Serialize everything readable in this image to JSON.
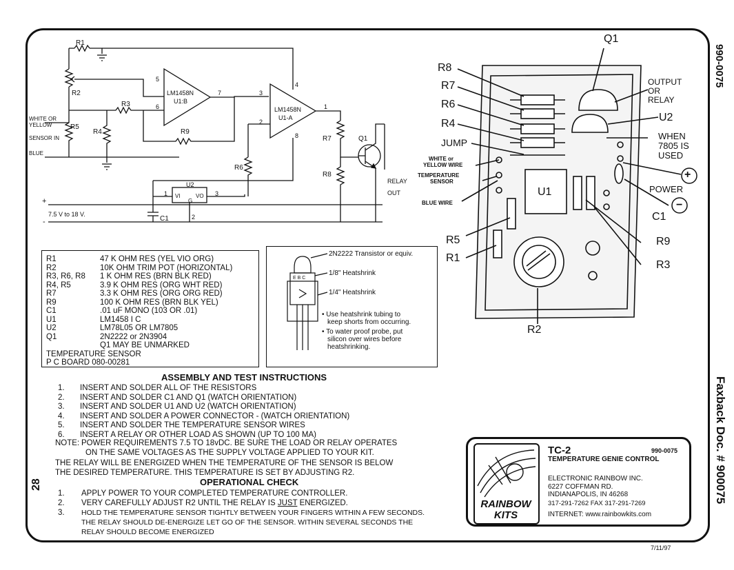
{
  "doc_id": "990-0075",
  "faxback": "Faxback Doc. # 900075",
  "page_number": "28",
  "date": "7/11/97",
  "schematic": {
    "labels": {
      "r1": "R1",
      "r2": "R2",
      "r3": "R3",
      "r4": "R4",
      "r5": "R5",
      "r6": "R6",
      "r7": "R7",
      "r8": "R8",
      "r9": "R9",
      "u1b_name": "LM1458N",
      "u1b_sub": "U1:B",
      "u1a_name": "LM1458N",
      "u1a_sub": "U1-A",
      "u2": "U2",
      "vi": "VI",
      "vo": "VO",
      "g": "G",
      "q1": "Q1",
      "c1": "C1",
      "white_yellow": "WHITE OR YELLOW",
      "sensor_in": "SENSOR IN",
      "blue": "BLUE",
      "relay": "RELAY",
      "out": "OUT",
      "supply": "7.5 V to 18 V.",
      "plus": "+",
      "minus": "-",
      "pin5": "5",
      "pin6a": "6",
      "pin7": "7",
      "pin3": "3",
      "pin2": "2",
      "pin1": "1",
      "pin4": "4",
      "pin8": "8",
      "u2pin1": "1",
      "u2pin2": "2",
      "u2pin3": "3"
    }
  },
  "parts_list": [
    {
      "ref": "R1",
      "desc": "47 K OHM RES (YEL VIO ORG)"
    },
    {
      "ref": "R2",
      "desc": "10K OHM TRIM POT (HORIZONTAL)"
    },
    {
      "ref": "R3, R6, R8",
      "desc": "1 K OHM RES (BRN BLK RED)"
    },
    {
      "ref": "R4, R5",
      "desc": "3.9 K OHM RES (ORG WHT RED)"
    },
    {
      "ref": "R7",
      "desc": "3.3 K OHM RES (ORG ORG RED)"
    },
    {
      "ref": "R9",
      "desc": "100 K OHM RES (BRN BLK YEL)"
    },
    {
      "ref": "C1",
      "desc": ".01 uF MONO (103 OR .01)"
    },
    {
      "ref": "U1",
      "desc": "LM1458 I C"
    },
    {
      "ref": "U2",
      "desc": "LM78L05 OR LM7805"
    },
    {
      "ref": "Q1",
      "desc": "2N2222 or 2N3904"
    },
    {
      "ref": "",
      "desc": "Q1 MAY BE UNMARKED"
    },
    {
      "ref": "TEMPERATURE SENSOR",
      "desc": ""
    },
    {
      "ref": "P C BOARD 080-00281",
      "desc": ""
    }
  ],
  "probe": {
    "transistor": "2N2222 Transistor or equiv.",
    "ebc": "E B C",
    "hs1": "1/8\" Heatshrink",
    "hs2": "1/4\" Heatshrink",
    "note1a": "• Use heatshrink tubing to",
    "note1b": "keep shorts from occurring.",
    "note2a": "• To water proof probe, put",
    "note2b": "silicon over wires before",
    "note2c": "heatshrinking."
  },
  "board": {
    "q1": "Q1",
    "r8": "R8",
    "r7": "R7",
    "r6": "R6",
    "r4": "R4",
    "jump": "JUMP",
    "white_yellow_wire_a": "WHITE or",
    "white_yellow_wire_b": "YELLOW WIRE",
    "temp_sensor_a": "TEMPERATURE",
    "temp_sensor_b": "SENSOR",
    "blue_wire": "BLUE WIRE",
    "output_a": "OUTPUT",
    "output_b": "OR",
    "output_c": "RELAY",
    "u2": "U2",
    "u1": "U1",
    "when_a": "WHEN",
    "when_b": "7805 IS",
    "when_c": "USED",
    "power": "POWER",
    "plus": "+",
    "minus": "−",
    "c1": "C1",
    "r5": "R5",
    "r1": "R1",
    "r9": "R9",
    "r3": "R3",
    "r2": "R2"
  },
  "assembly": {
    "title": "ASSEMBLY AND TEST INSTRUCTIONS",
    "steps": [
      {
        "n": "1.",
        "t": "INSERT AND SOLDER ALL OF THE RESISTORS"
      },
      {
        "n": "2.",
        "t": "INSERT AND SOLDER C1 AND Q1 (WATCH ORIENTATION)"
      },
      {
        "n": "3.",
        "t": "INSERT AND SOLDER U1 AND U2 (WATCH ORIENTATION)"
      },
      {
        "n": "4.",
        "t": "INSERT AND SOLDER A POWER CONNECTOR - (WATCH ORIENTATION)"
      },
      {
        "n": "5.",
        "t": "INSERT AND SOLDER THE TEMPERATURE SENSOR WIRES"
      },
      {
        "n": "6.",
        "t": "INSERT A RELAY OR OTHER LOAD AS SHOWN (UP TO 100 MA)"
      }
    ],
    "note_label": "NOTE:",
    "note_a": "POWER REQUIREMENTS 7.5 TO 18vDC.  BE SURE THE LOAD OR RELAY OPERATES",
    "note_b": "ON THE SAME VOLTAGES  AS THE SUPPLY VOLTAGE APPLIED TO YOUR KIT.",
    "para_a": "THE RELAY WILL BE ENERGIZED WHEN THE TEMPERATURE OF THE SENSOR IS BELOW",
    "para_b": "THE DESIRED TEMPERATURE.  THIS TEMPERATURE IS SET BY ADJUSTING R2."
  },
  "operational": {
    "title": "OPERATIONAL CHECK",
    "s1n": "1.",
    "s1": "APPLY POWER TO YOUR COMPLETED TEMPERATURE CONTROLLER.",
    "s2n": "2.",
    "s2a": "VERY CAREFULLY ADJUST R2 UNTIL THE RELAY IS ",
    "s2u": "JUST",
    "s2b": " ENERGIZED.",
    "s3n": "3.",
    "s3a": "HOLD THE TEMPERATURE SENSOR TIGHTLY BETWEEN YOUR FINGERS  WITHIN A FEW SECONDS.",
    "s3b": "THE RELAY SHOULD DE-ENERGIZE  LET GO OF THE SENSOR.  WITHIN SEVERAL SECONDS THE",
    "s3c": "RELAY SHOULD BECOME ENERGIZED"
  },
  "kit": {
    "name": "TC-2",
    "code": "990-0075",
    "subtitle": "TEMPERATURE GENIE CONTROL",
    "company": "ELECTRONIC RAINBOW INC.",
    "street": "6227 COFFMAN RD.",
    "city": "INDIANAPOLIS, IN 46268",
    "phone": "317-291-7262   FAX 317-291-7269",
    "internet": "INTERNET:  www.rainbowkits.com",
    "logo_a": "RAINBOW",
    "logo_b": "KITS"
  }
}
